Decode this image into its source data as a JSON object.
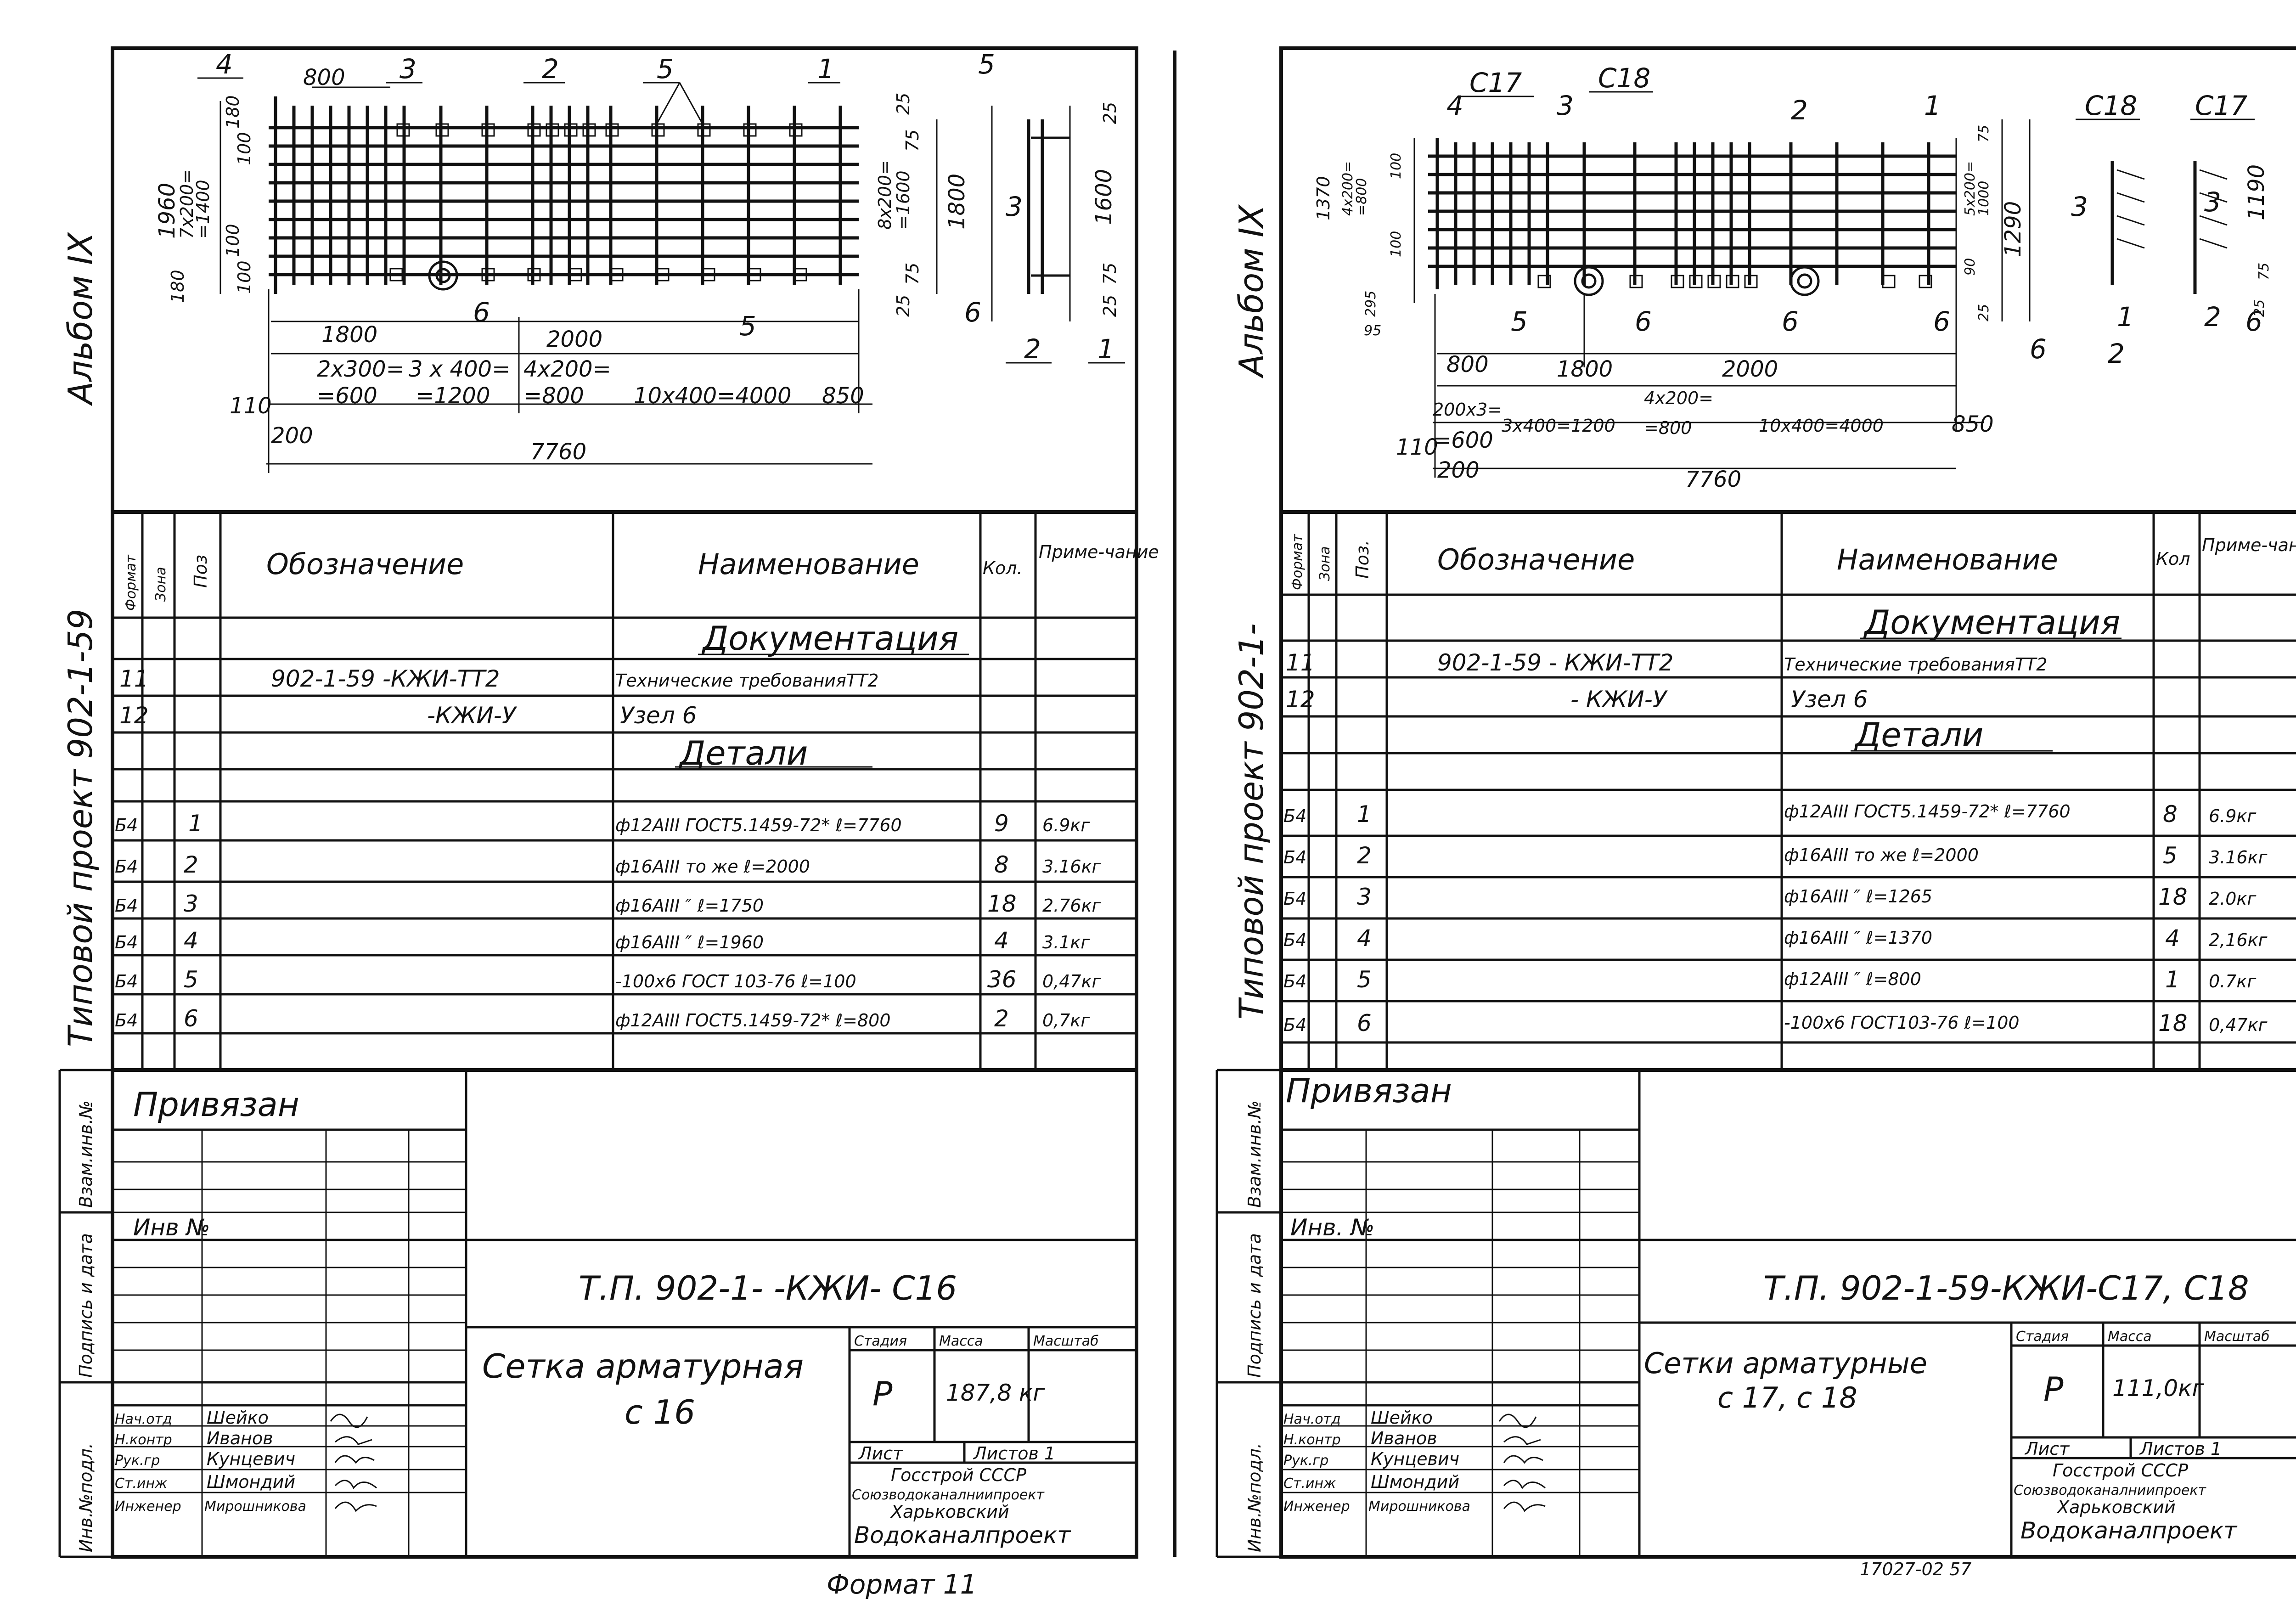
{
  "album_label": "Альбом IX",
  "project_label": "Типовой проект 902-1-59",
  "project_label_right": "Типовой проект 902-1-",
  "stamp_side_labels": [
    "Инв.№подл.",
    "Подпись и дата",
    "Взам.инв.№"
  ],
  "headers": {
    "format": "Формат",
    "zone": "Зона",
    "pos": "Поз",
    "pos_right": "Поз.",
    "designation": "Обозначение",
    "name": "Наименование",
    "qty": "Кол.",
    "qty_right": "Кол",
    "note": "Приме-чание"
  },
  "sections": {
    "documentation": "Документация",
    "details": "Детали"
  },
  "left_sheet": {
    "dims": {
      "d800": "800",
      "d1960": "1960",
      "d7x200": "7x200=",
      "d1400": "=1400",
      "d180a": "180",
      "d100a": "100",
      "d100b": "100",
      "d100c": "100",
      "d180b": "180",
      "d1800": "1800",
      "d2000": "2000",
      "d2x300": "2x300=",
      "d600": "=600",
      "d3x400": "3 x 400=",
      "d1200": "=1200",
      "d4x200": "4x200=",
      "d800b": "=800",
      "d10x400": "10x400=4000",
      "d850": "850",
      "d110": "110",
      "d200": "200",
      "d7760": "7760",
      "d25a": "25",
      "d25b": "25",
      "d25c": "25",
      "d25d": "25",
      "d75a": "75",
      "d75b": "75",
      "d75c": "75",
      "d8x200": "8x200=",
      "d1600": "=1600",
      "d1800v": "1800",
      "d1600v": "1600"
    },
    "callouts": {
      "p1": "1",
      "p2": "2",
      "p3": "3",
      "p4": "4",
      "p5": "5",
      "p6": "6"
    },
    "rows": [
      {
        "fmt": "11",
        "zone": "",
        "pos": "",
        "designation": "902-1-59 -КЖИ-ТТ2",
        "name": "Технические требованияТТ2",
        "qty": "",
        "note": ""
      },
      {
        "fmt": "12",
        "zone": "",
        "pos": "",
        "designation": "-КЖИ-У",
        "name": "Узел 6",
        "qty": "",
        "note": ""
      },
      {
        "fmt": "Б4",
        "zone": "",
        "pos": "1",
        "designation": "",
        "name": "ф12АIII ГОСТ5.1459-72* ℓ=7760",
        "qty": "9",
        "note": "6.9кг"
      },
      {
        "fmt": "Б4",
        "zone": "",
        "pos": "2",
        "designation": "",
        "name": "ф16АIII то же ℓ=2000",
        "qty": "8",
        "note": "3.16кг"
      },
      {
        "fmt": "Б4",
        "zone": "",
        "pos": "3",
        "designation": "",
        "name": "ф16АIII  ″  ℓ=1750",
        "qty": "18",
        "note": "2.76кг"
      },
      {
        "fmt": "Б4",
        "zone": "",
        "pos": "4",
        "designation": "",
        "name": "ф16АIII  ″  ℓ=1960",
        "qty": "4",
        "note": "3.1кг"
      },
      {
        "fmt": "Б4",
        "zone": "",
        "pos": "5",
        "designation": "",
        "name": "-100x6 ГОСТ 103-76 ℓ=100",
        "qty": "36",
        "note": "0,47кг"
      },
      {
        "fmt": "Б4",
        "zone": "",
        "pos": "6",
        "designation": "",
        "name": "ф12АIII ГОСТ5.1459-72* ℓ=800",
        "qty": "2",
        "note": "0,7кг"
      }
    ],
    "privyazan": "Привязан",
    "inv_no": "Инв №",
    "doc_code": "Т.П. 902-1-   -КЖИ- С16",
    "title": "Сетка арматурная",
    "title2": "с 16",
    "stage_label": "Стадия",
    "mass_label": "Масса",
    "scale_label": "Масштаб",
    "stage": "Р",
    "mass": "187,8 кг",
    "sheet_label": "Лист",
    "sheets_label": "Листов 1",
    "org1": "Госстрой СССР",
    "org2": "Союзводоканалниипроект",
    "org3": "Харьковский",
    "org4": "Водоканалпроект",
    "staff": [
      {
        "role": "Нач.отд",
        "name": "Шейко"
      },
      {
        "role": "Н.контр",
        "name": "Иванов"
      },
      {
        "role": "Рук.гр",
        "name": "Кунцевич"
      },
      {
        "role": "Ст.инж",
        "name": "Шмондий"
      },
      {
        "role": "Инженер",
        "name": "Мирошникова"
      }
    ]
  },
  "right_sheet": {
    "dims": {
      "c17": "С17",
      "c18": "С18",
      "c18b": "С18",
      "c17b": "С17",
      "d1370": "1370",
      "d4x200": "4x200=",
      "d800": "=800",
      "d100a": "100",
      "d100b": "100",
      "d295": "295",
      "d95": "95",
      "d800b": "800",
      "d1800": "1800",
      "d2000": "2000",
      "d200x3": "200x3=",
      "d600": "=600",
      "d3x400": "3x400=1200",
      "d4x200b": "4x200=",
      "d800c": "=800",
      "d10x400": "10x400=4000",
      "d850": "850",
      "d110": "110",
      "d200": "200",
      "d7760": "7760",
      "d75a": "75",
      "d5x200": "5x200=",
      "d1000": "1000",
      "d90": "90",
      "d1290": "1290",
      "d25a": "25",
      "d75b": "75",
      "d1190": "1190",
      "d25b": "25"
    },
    "callouts": {
      "p1": "1",
      "p2": "2",
      "p3": "3",
      "p4": "4",
      "p5": "5",
      "p6": "6"
    },
    "rows": [
      {
        "fmt": "11",
        "zone": "",
        "pos": "",
        "designation": "902-1-59 - КЖИ-ТТ2",
        "name": "Технические требованияТТ2",
        "qty": "",
        "note": ""
      },
      {
        "fmt": "12",
        "zone": "",
        "pos": "",
        "designation": "- КЖИ-У",
        "name": "Узел 6",
        "qty": "",
        "note": ""
      },
      {
        "fmt": "Б4",
        "zone": "",
        "pos": "1",
        "designation": "",
        "name": "ф12АIII ГОСТ5.1459-72* ℓ=7760",
        "qty": "8",
        "note": "6.9кг"
      },
      {
        "fmt": "Б4",
        "zone": "",
        "pos": "2",
        "designation": "",
        "name": "ф16АIII то же  ℓ=2000",
        "qty": "5",
        "note": "3.16кг"
      },
      {
        "fmt": "Б4",
        "zone": "",
        "pos": "3",
        "designation": "",
        "name": "ф16АIII  ″  ℓ=1265",
        "qty": "18",
        "note": "2.0кг"
      },
      {
        "fmt": "Б4",
        "zone": "",
        "pos": "4",
        "designation": "",
        "name": "ф16АIII  ″  ℓ=1370",
        "qty": "4",
        "note": "2,16кг"
      },
      {
        "fmt": "Б4",
        "zone": "",
        "pos": "5",
        "designation": "",
        "name": "ф12АIII  ″  ℓ=800",
        "qty": "1",
        "note": "0.7кг"
      },
      {
        "fmt": "Б4",
        "zone": "",
        "pos": "6",
        "designation": "",
        "name": "-100x6 ГОСТ103-76 ℓ=100",
        "qty": "18",
        "note": "0,47кг"
      }
    ],
    "privyazan": "Привязан",
    "inv_no": "Инв. №",
    "doc_code": "Т.П. 902-1-59-КЖИ-С17, С18",
    "title": "Сетки арматурные",
    "title2": "с 17,  с 18",
    "stage_label": "Стадия",
    "mass_label": "Масса",
    "scale_label": "Масштаб",
    "stage": "Р",
    "mass": "111,0кг",
    "sheet_label": "Лист",
    "sheets_label": "Листов 1",
    "org1": "Госстрой СССР",
    "org2": "Союзводоканалниипроект",
    "org3": "Харьковский",
    "org4": "Водоканалпроект",
    "staff": [
      {
        "role": "Нач.отд",
        "name": "Шейко"
      },
      {
        "role": "Н.контр",
        "name": "Иванов"
      },
      {
        "role": "Рук.гр",
        "name": "Кунцевич"
      },
      {
        "role": "Ст.инж",
        "name": "Шмондий"
      },
      {
        "role": "Инженер",
        "name": "Мирошникова"
      }
    ]
  },
  "footer": "Формат 11",
  "footer_right": "17027-02   57"
}
